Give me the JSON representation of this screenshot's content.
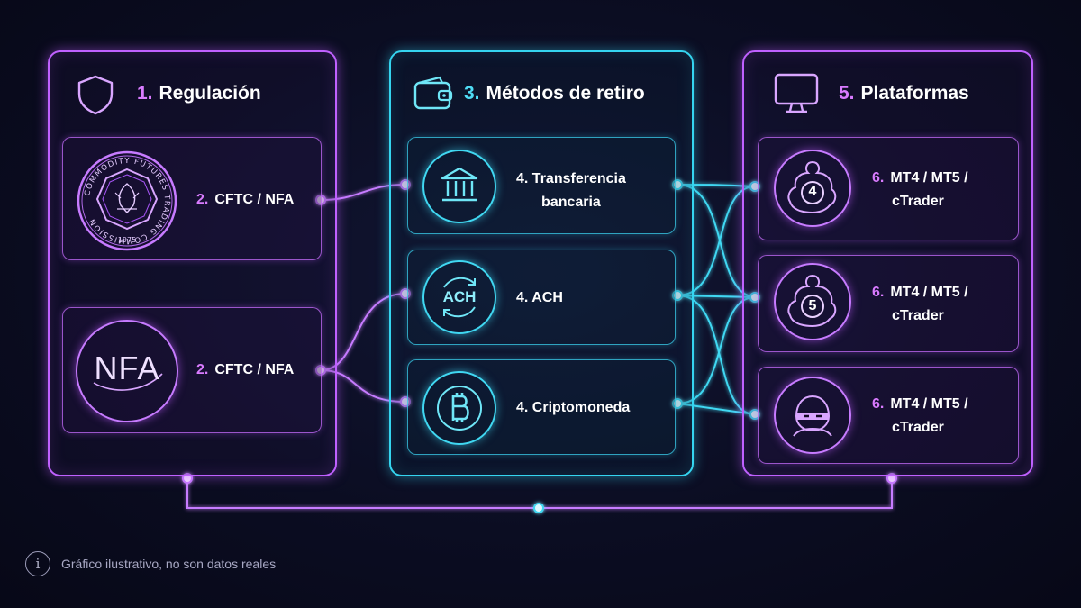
{
  "regulation": {
    "number": "1.",
    "title": "Regulación",
    "items": [
      {
        "number": "2.",
        "label": "CFTC / NFA",
        "seal_text": "COMMODITY FUTURES TRADING COMMISSION",
        "seal_year": "1975"
      },
      {
        "number": "2.",
        "label": "CFTC / NFA",
        "logo_text": "NFA"
      }
    ]
  },
  "withdrawal": {
    "number": "3.",
    "title": "Métodos de retiro",
    "items": [
      {
        "number": "4.",
        "line1": "Transferencia",
        "line2": "bancaria"
      },
      {
        "number": "4.",
        "line1": "ACH",
        "icon_text": "ACH"
      },
      {
        "number": "4.",
        "line1": "Criptomoneda"
      }
    ]
  },
  "platforms": {
    "number": "5.",
    "title": "Plataformas",
    "items": [
      {
        "number": "6.",
        "line1": "MT4 / MT5 /",
        "line2": "cTrader",
        "badge": "4"
      },
      {
        "number": "6.",
        "line1": "MT4 / MT5 /",
        "line2": "cTrader",
        "badge": "5"
      },
      {
        "number": "6.",
        "line1": "MT4 / MT5 /",
        "line2": "cTrader"
      }
    ]
  },
  "footer": {
    "info_icon": "i",
    "text": "Gráfico ilustrativo, no son datos reales"
  },
  "colors": {
    "purple": "#c061ff",
    "cyan": "#35d5f0",
    "background": "#0a0c1e"
  }
}
